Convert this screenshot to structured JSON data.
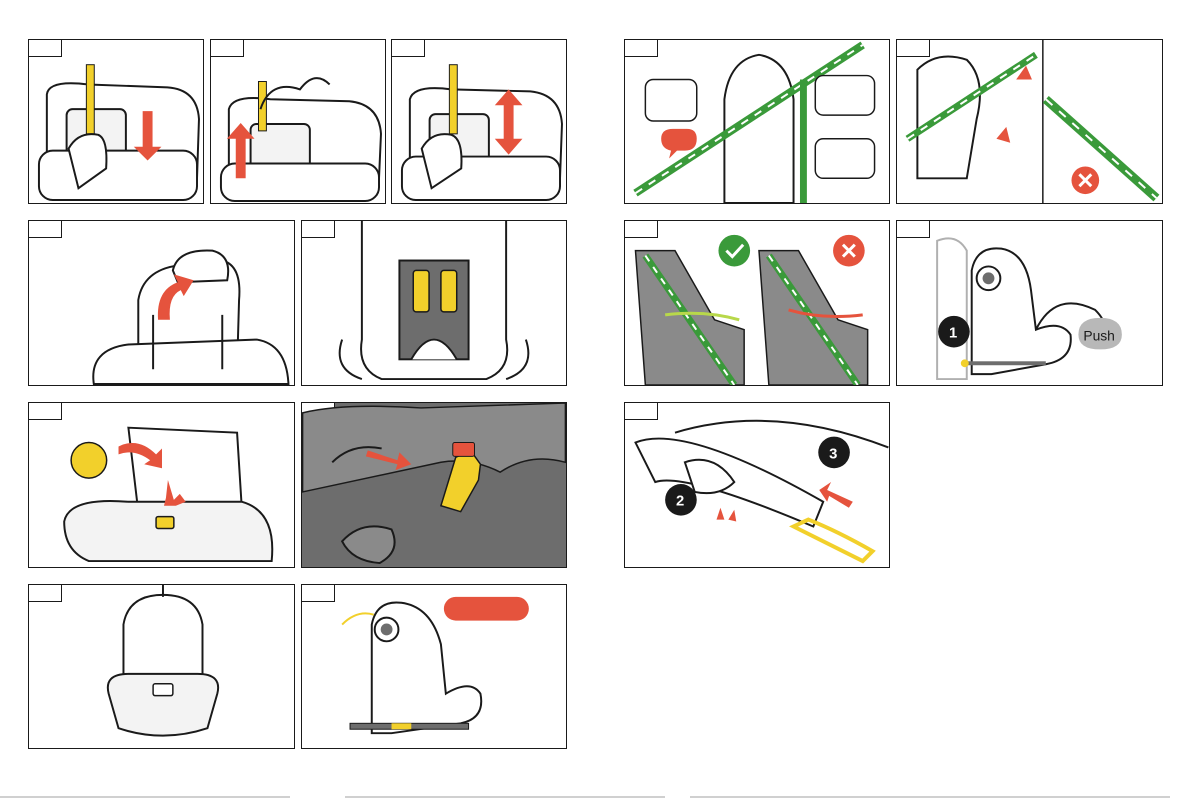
{
  "colors": {
    "arrow": "#e5533d",
    "belt": "#3a9a3a",
    "yellow": "#f2d02b",
    "gray": "#6d6d6d",
    "ok": "#3a9a3a",
    "bad": "#e5533d"
  },
  "panels": {
    "p9": {
      "push_label": "Push",
      "step_number": "1"
    },
    "p10": {
      "step_numbers": [
        "3",
        "2"
      ]
    }
  },
  "icons": {
    "ok": "checkmark-icon",
    "bad": "cross-icon",
    "speech": "speech-bubble-icon"
  }
}
